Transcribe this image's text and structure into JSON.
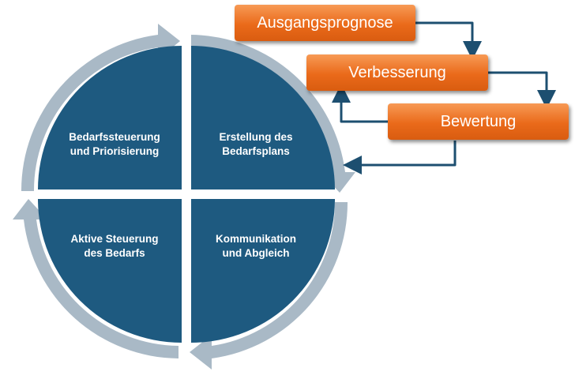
{
  "colors": {
    "quadrant": "#1e5a80",
    "ring": "#a9b9c6",
    "box": "#ea6a1a",
    "connector": "#1d4f70"
  },
  "quadrants": {
    "top_left": {
      "line1": "Bedarfssteuerung",
      "line2": "und Priorisierung"
    },
    "top_right": {
      "line1": "Erstellung des",
      "line2": "Bedarfsplans"
    },
    "bottom_left": {
      "line1": "Aktive Steuerung",
      "line2": "des Bedarfs"
    },
    "bottom_right": {
      "line1": "Kommunikation",
      "line2": "und Abgleich"
    }
  },
  "process_boxes": {
    "box1": "Ausgangsprognose",
    "box2": "Verbesserung",
    "box3": "Bewertung"
  }
}
